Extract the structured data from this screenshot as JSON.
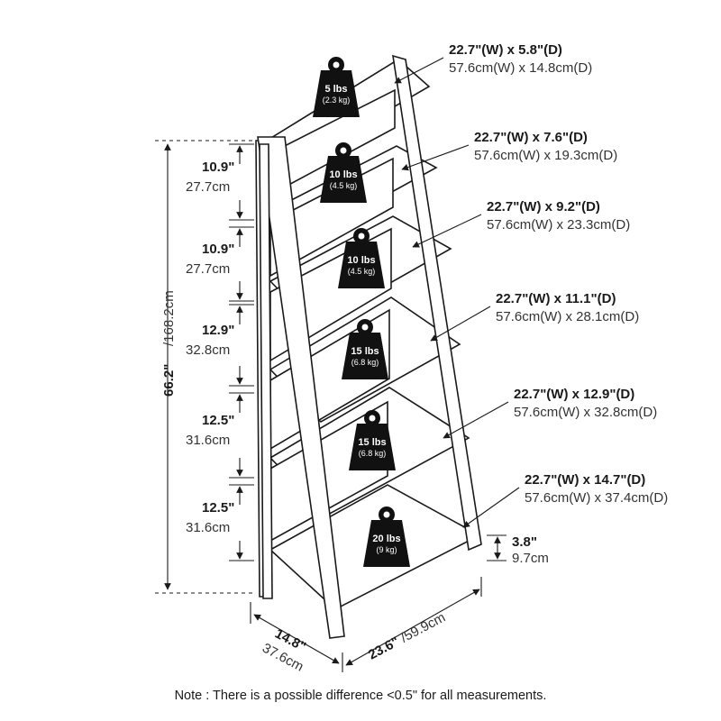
{
  "shelf_labels": [
    {
      "imperial": "22.7\"(W)  x 5.8\"(D)",
      "metric": "57.6cm(W) x 14.8cm(D)",
      "weight": "5 lbs",
      "weight_metric": "(2.3 kg)"
    },
    {
      "imperial": "22.7\"(W)  x 7.6\"(D)",
      "metric": "57.6cm(W) x 19.3cm(D)",
      "weight": "10 lbs",
      "weight_metric": "(4.5 kg)"
    },
    {
      "imperial": "22.7\"(W)  x 9.2\"(D)",
      "metric": "57.6cm(W) x 23.3cm(D)",
      "weight": "10 lbs",
      "weight_metric": "(4.5 kg)"
    },
    {
      "imperial": "22.7\"(W)  x 11.1\"(D)",
      "metric": "57.6cm(W) x 28.1cm(D)",
      "weight": "15 lbs",
      "weight_metric": "(6.8 kg)"
    },
    {
      "imperial": "22.7\"(W)  x 12.9\"(D)",
      "metric": "57.6cm(W) x 32.8cm(D)",
      "weight": "15 lbs",
      "weight_metric": "(6.8 kg)"
    },
    {
      "imperial": "22.7\"(W)  x 14.7\"(D)",
      "metric": "57.6cm(W) x 37.4cm(D)",
      "weight": "20 lbs",
      "weight_metric": "(9 kg)"
    }
  ],
  "gaps": [
    {
      "imperial": "10.9\"",
      "metric": "27.7cm"
    },
    {
      "imperial": "10.9\"",
      "metric": "27.7cm"
    },
    {
      "imperial": "12.9\"",
      "metric": "32.8cm"
    },
    {
      "imperial": "12.5\"",
      "metric": "31.6cm"
    },
    {
      "imperial": "12.5\"",
      "metric": "31.6cm"
    }
  ],
  "total_height": {
    "imperial": "66.2\"",
    "metric": "/168.2cm"
  },
  "bottom_clearance": {
    "imperial": "3.8\"",
    "metric": "9.7cm"
  },
  "base_depth": {
    "imperial": "14.8\"",
    "metric": "37.6cm"
  },
  "base_width": {
    "imperial": "23.6\"",
    "metric": "/59.9cm"
  },
  "note": "Note : There is a possible difference <0.5\" for all measurements."
}
